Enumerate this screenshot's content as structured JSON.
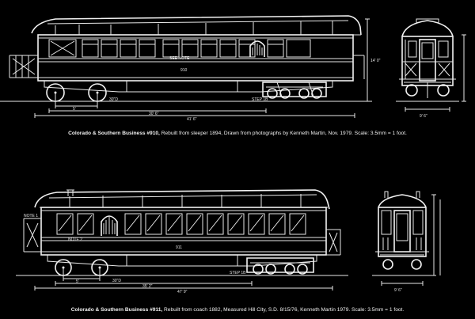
{
  "diagram_910": {
    "caption_bold": "Colorado & Southern Business #910,",
    "caption_rest": " Rebuilt from sleeper 1894, Drawn from photographs by Kenneth Martin, Nov. 1979. Scale: 3.5mm = 1 foot.",
    "labels": {
      "note": "SEE NOTE",
      "car_number": "910",
      "wheel_dim": "30\"D",
      "truck_note": "STEP 1B",
      "dim_truck": "5'",
      "dim_centers": "30' 6\"",
      "dim_overall": "41' 6\"",
      "dim_height": "14' 0\"",
      "dim_width": "9' 6\""
    }
  },
  "diagram_911": {
    "caption_bold": "Colorado & Southern Business #911,",
    "caption_rest": " Rebuilt from coach 1882, Measured Hill City, S.D. 8/15/76, Kenneth Martin 1979. Scale: 3.5mm = 1 foot.",
    "labels": {
      "note1": "NOTE 1",
      "note2": "NOTE 2",
      "car_number": "911",
      "wheel_dim": "30\"D",
      "truck_note": "STEP 1B",
      "dim_truck": "5'",
      "dim_centers": "35' 2\"",
      "dim_overall": "47' 9\"",
      "dim_width": "9' 6\""
    }
  }
}
